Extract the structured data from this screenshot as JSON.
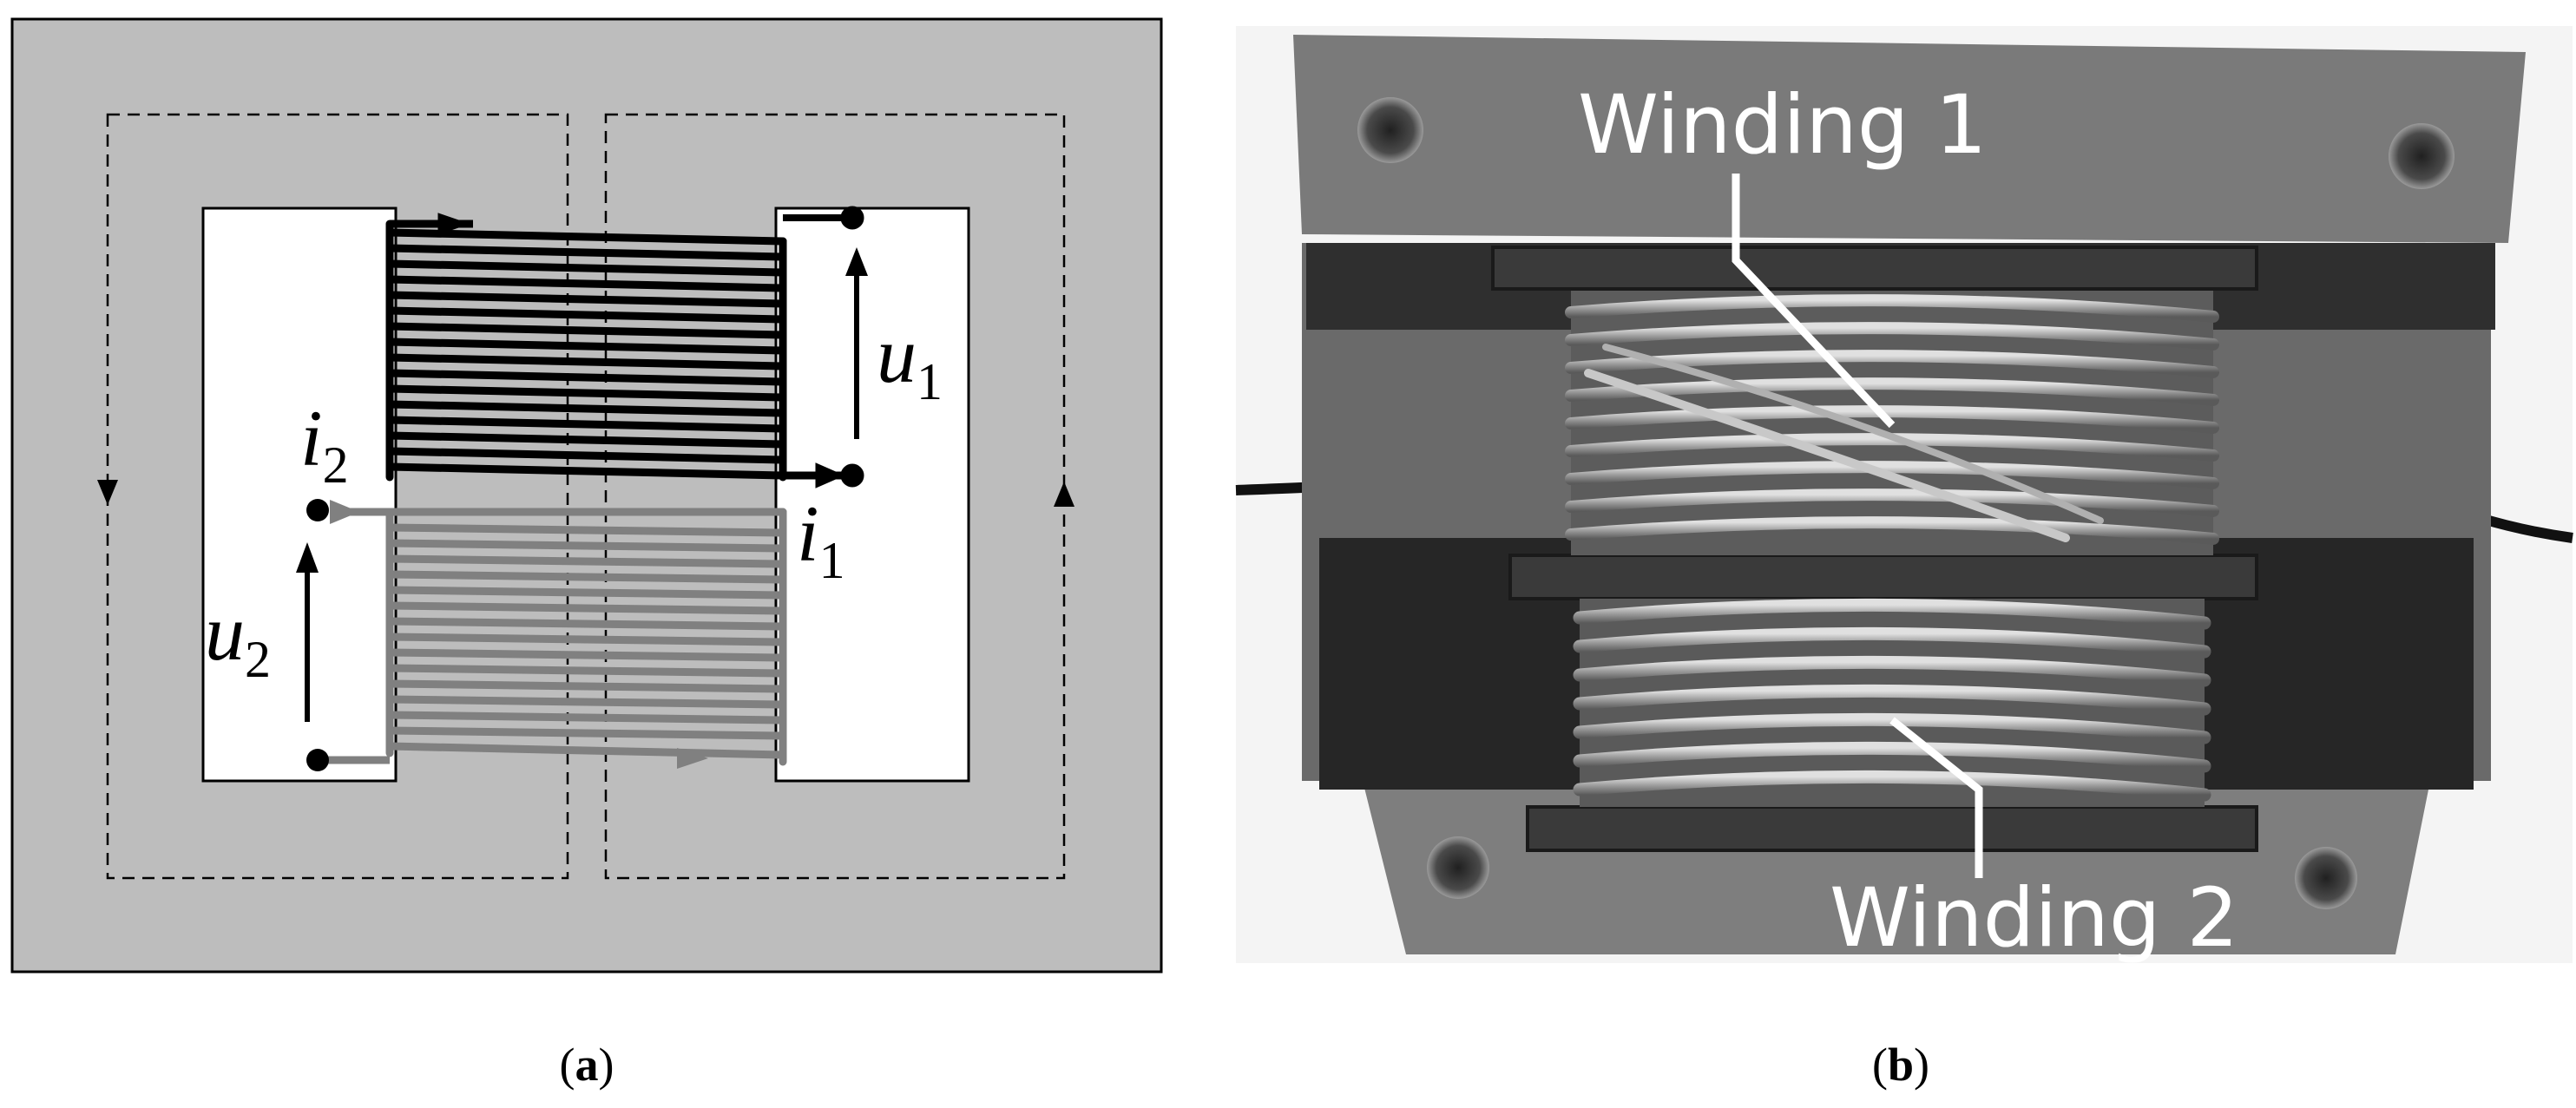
{
  "panel_a": {
    "caption_open": "(",
    "caption_letter": "a",
    "caption_close": ")",
    "labels": {
      "u1": "u",
      "u1_sub": "1",
      "u2": "u",
      "u2_sub": "2",
      "i1": "i",
      "i1_sub": "1",
      "i2": "i",
      "i2_sub": "2"
    },
    "colors": {
      "core": "#bdbdbd",
      "winding_1": "#000000",
      "winding_2": "#808080",
      "window": "#ffffff"
    }
  },
  "panel_b": {
    "caption_open": "(",
    "caption_letter": "b",
    "caption_close": ")",
    "winding_1_label": "Winding 1",
    "winding_2_label": "Winding 2",
    "colors": {
      "core_plate": "#7a7a7a",
      "tape": "#2a2a2a",
      "wire": "#a9a9a9"
    }
  }
}
